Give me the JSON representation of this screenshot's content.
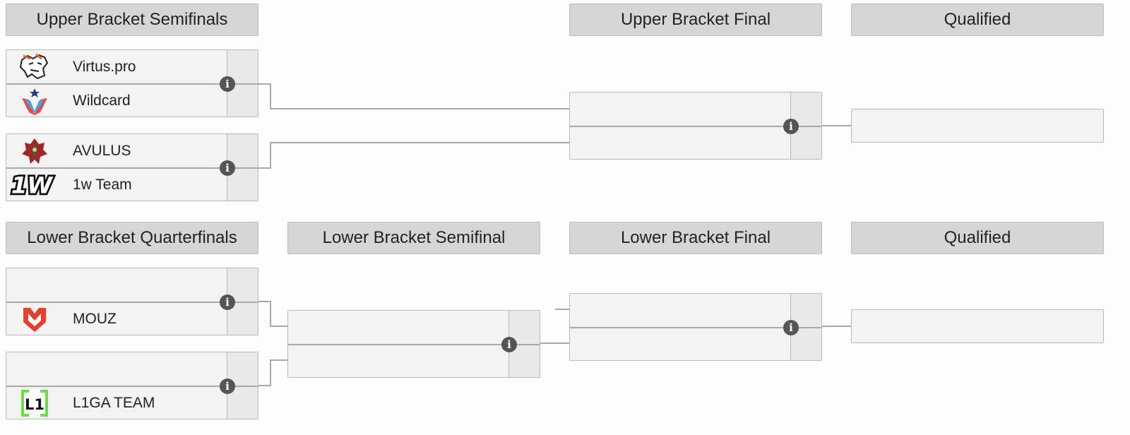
{
  "headers": {
    "upper_semis": "Upper Bracket Semifinals",
    "upper_final": "Upper Bracket Final",
    "qualified_upper": "Qualified",
    "lower_quarters": "Lower Bracket Quarterfinals",
    "lower_semi": "Lower Bracket Semifinal",
    "lower_final": "Lower Bracket Final",
    "qualified_lower": "Qualified"
  },
  "matches": {
    "ubs1": {
      "team1": "Virtus.pro",
      "team2": "Wildcard",
      "team1_logo": "virtus-pro-logo",
      "team2_logo": "wildcard-logo"
    },
    "ubs2": {
      "team1": "AVULUS",
      "team2": "1w Team",
      "team1_logo": "avulus-logo",
      "team2_logo": "1w-team-logo"
    },
    "lbq1": {
      "team1": "",
      "team2": "MOUZ",
      "team2_logo": "mouz-logo"
    },
    "lbq2": {
      "team1": "",
      "team2": "L1GA TEAM",
      "team2_logo": "l1ga-team-logo"
    }
  },
  "logo_text": {
    "1w": "1W",
    "l1ga": "L1"
  },
  "info_glyph": "i",
  "colors": {
    "header_bg": "#d6d6d6",
    "match_bg": "#f3f3f3",
    "connector": "#a9a9a9",
    "info_icon": "#555555",
    "mouz_red": "#e2412e",
    "l1ga_green": "#6bdc4a",
    "virtus_orange": "#e8652d",
    "avulus_red": "#a3262a"
  }
}
